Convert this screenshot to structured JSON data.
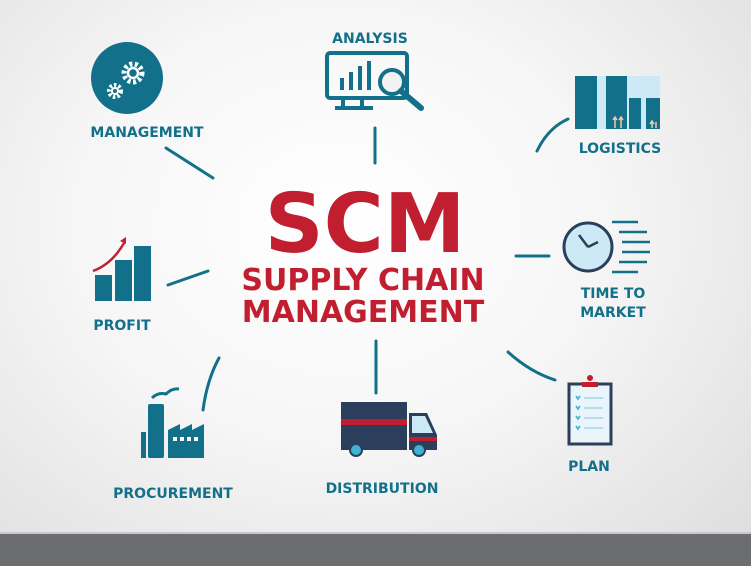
{
  "title": {
    "acronym": "SCM",
    "line1": "SUPPLY CHAIN",
    "line2": "MANAGEMENT"
  },
  "nodes": {
    "analysis": "ANALYSIS",
    "management": "MANAGEMENT",
    "logistics": "LOGISTICS",
    "profit": "PROFIT",
    "time_to_market_1": "TIME TO",
    "time_to_market_2": "MARKET",
    "procurement": "PROCUREMENT",
    "distribution": "DISTRIBUTION",
    "plan": "PLAN"
  },
  "colors": {
    "teal": "#12708a",
    "red": "#c11f2f",
    "navy": "#2b3f5c",
    "light_blue": "#cde9f6"
  }
}
